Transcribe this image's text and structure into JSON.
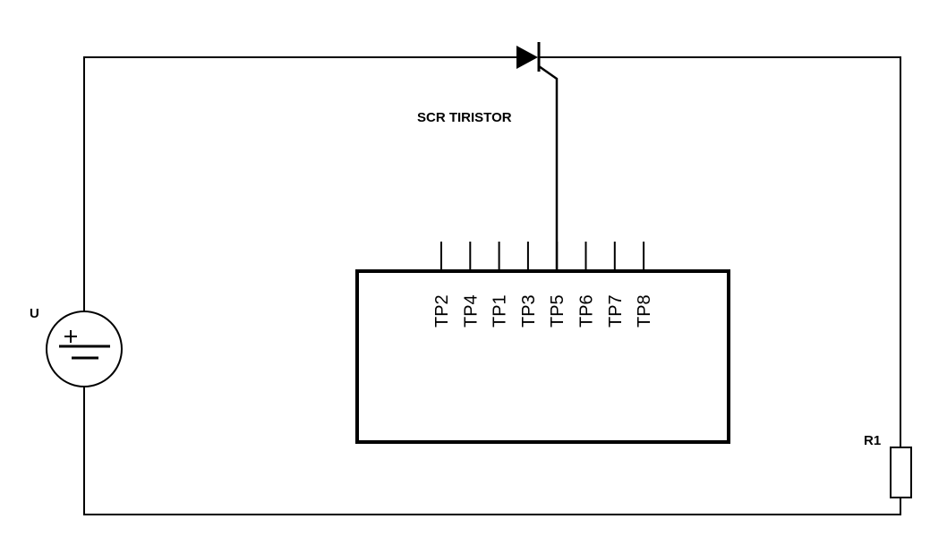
{
  "labels": {
    "scr": "SCR TIRISTOR",
    "source": "U",
    "resistor": "R1"
  },
  "pins": [
    "TP2",
    "TP4",
    "TP1",
    "TP3",
    "TP5",
    "TP6",
    "TP7",
    "TP8"
  ],
  "colors": {
    "stroke": "#000000",
    "background": "#ffffff"
  }
}
